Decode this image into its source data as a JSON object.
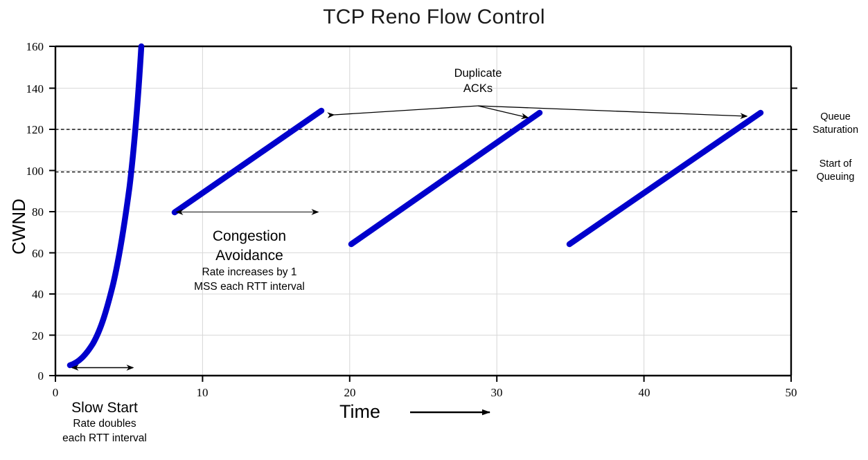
{
  "chart_data": {
    "type": "line",
    "title": "TCP Reno Flow Control",
    "xlabel": "Time",
    "ylabel": "CWND",
    "xlim": [
      0,
      50
    ],
    "ylim": [
      0,
      160
    ],
    "xticks": [
      "0",
      "10",
      "20",
      "30",
      "40",
      "50"
    ],
    "yticks": [
      "0",
      "20",
      "40",
      "60",
      "80",
      "100",
      "120",
      "140",
      "160"
    ],
    "grid": true,
    "legend": "none",
    "series": [
      {
        "name": "Slow Start (exponential)",
        "color": "#0000CC",
        "points": [
          {
            "x": 1.0,
            "y": 5
          },
          {
            "x": 2.0,
            "y": 10
          },
          {
            "x": 3.0,
            "y": 20
          },
          {
            "x": 4.0,
            "y": 40
          },
          {
            "x": 4.6,
            "y": 80
          },
          {
            "x": 5.0,
            "y": 120
          },
          {
            "x": 5.35,
            "y": 160
          }
        ]
      },
      {
        "name": "Congestion Avoidance 1",
        "color": "#0000CC",
        "points": [
          {
            "x": 8.1,
            "y": 80
          },
          {
            "x": 18.1,
            "y": 130
          }
        ]
      },
      {
        "name": "Congestion Avoidance 2",
        "color": "#0000CC",
        "points": [
          {
            "x": 20.1,
            "y": 65
          },
          {
            "x": 32.9,
            "y": 129
          }
        ]
      },
      {
        "name": "Congestion Avoidance 3",
        "color": "#0000CC",
        "points": [
          {
            "x": 34.9,
            "y": 65
          },
          {
            "x": 47.9,
            "y": 129
          }
        ]
      }
    ],
    "reference_lines": [
      {
        "label": "Queue Saturation",
        "y": 121,
        "style": "dashed"
      },
      {
        "label": "Start of Queuing",
        "y": 99,
        "style": "dashed"
      }
    ]
  },
  "annotations": {
    "slow_start": {
      "heading": "Slow Start",
      "line1": "Rate doubles",
      "line2": "each RTT interval",
      "span_start_x": 1.1,
      "span_end_x": 5.4
    },
    "congestion_avoidance": {
      "heading_line1": "Congestion",
      "heading_line2": "Avoidance",
      "line1": "Rate increases by 1",
      "line2": "MSS each RTT interval",
      "span_start_x": 8.0,
      "span_end_x": 18.0
    },
    "duplicate_acks": {
      "line1": "Duplicate",
      "line2": "ACKs"
    },
    "queue_saturation": {
      "line1": "Queue",
      "line2": "Saturation"
    },
    "start_of_queuing": {
      "line1": "Start of",
      "line2": "Queuing"
    }
  },
  "colors": {
    "series": "#0000CC",
    "axis": "#000000",
    "grid": "#D9D9D9",
    "reference_line": "#000000",
    "title_text": "#1A1A1A"
  }
}
